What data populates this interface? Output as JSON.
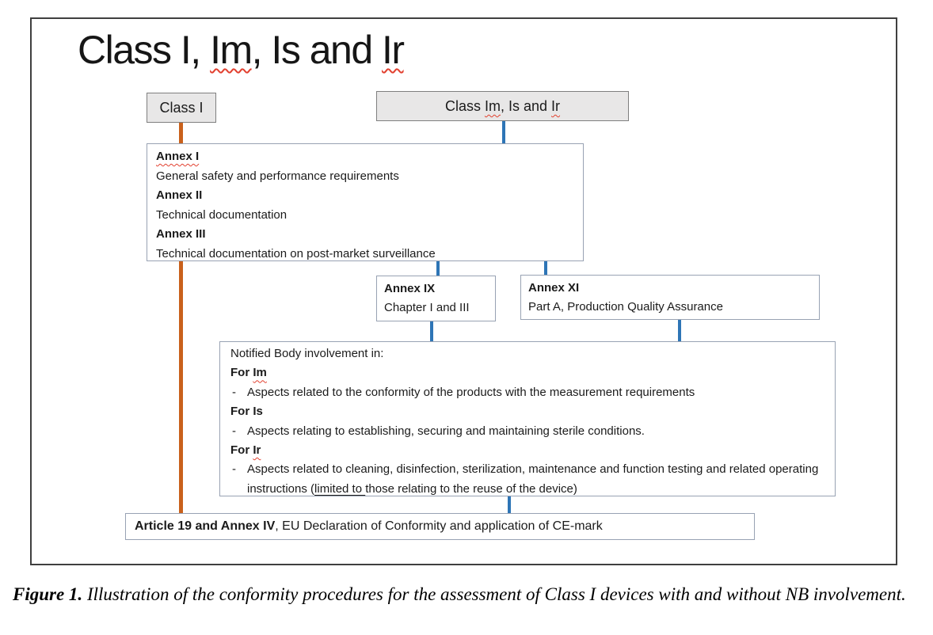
{
  "diagram": {
    "title": {
      "p0": "Class I, ",
      "p1": "Im",
      "p2": ", Is and ",
      "p3": "Ir"
    },
    "class_i_box": {
      "label": "Class I"
    },
    "class_im_is_ir_box": {
      "p0": "Class ",
      "p1": "Im",
      "p2": ", Is and ",
      "p3": "Ir"
    },
    "annex_box": {
      "annex1_title": "Annex I",
      "annex1_desc": "General safety and performance requirements",
      "annex2_title": "Annex II",
      "annex2_desc": "Technical documentation",
      "annex3_title": "Annex III",
      "annex3_desc": "Technical documentation on post-market surveillance"
    },
    "annex_ix_box": {
      "title": "Annex IX",
      "desc": "Chapter I and III"
    },
    "annex_xi_box": {
      "title": "Annex XI",
      "desc": "Part A, Production Quality Assurance"
    },
    "nb_box": {
      "heading": "Notified Body involvement in:",
      "bullet_char": "-",
      "for_im_p0": "For ",
      "for_im_p1": "Im",
      "im_bullet": "Aspects related to the conformity of the products with the measurement requirements",
      "for_is": "For Is",
      "is_bullet": "Aspects relating to establishing, securing and maintaining sterile conditions.",
      "for_ir_p0": "For ",
      "for_ir_p1": "Ir",
      "ir_bullet_p0": "Aspects related to cleaning, disinfection, sterilization, maintenance and function testing and related operating instructions (",
      "ir_bullet_p1": "limited to ",
      "ir_bullet_p2": "those relating to the reuse of the device)"
    },
    "article_box": {
      "bold": "Article 19 and Annex IV",
      "rest": ", EU Declaration of Conformity and application of CE-mark"
    }
  },
  "caption": {
    "label": "Figure 1.",
    "text": " Illustration of the conformity procedures for the assessment of Class I devices with and without NB involvement."
  },
  "colors": {
    "connector_blue": "#2e75b6",
    "connector_orange": "#c9611c",
    "header_box_fill": "#e8e7e7",
    "box_border": "#98a2b3",
    "frame_border": "#3f3f3f",
    "squiggle_red": "#e2402f"
  }
}
